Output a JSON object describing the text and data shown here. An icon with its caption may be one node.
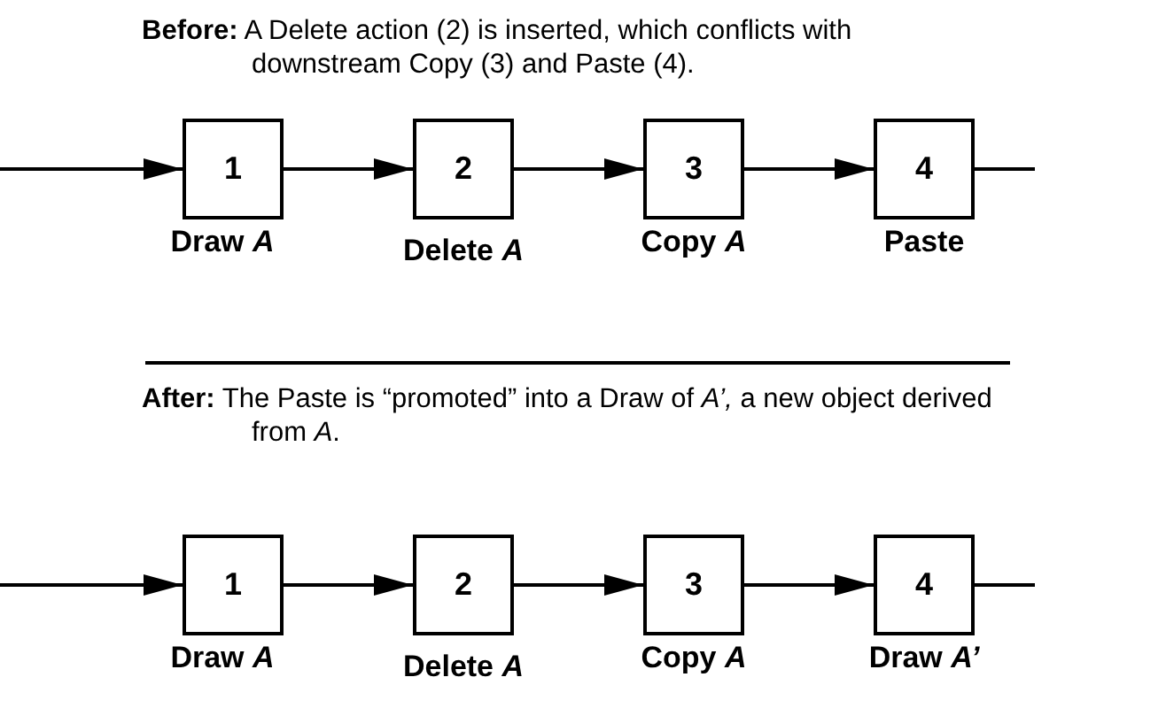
{
  "diagram": {
    "nodes": [
      {
        "text": [
          "1"
        ],
        "beside": [
          "Draw *A*"
        ]
      },
      {
        "text": [
          "2"
        ],
        "beside": [
          "Delete *A*"
        ]
      },
      {
        "text": [
          "3"
        ],
        "beside": [
          "Copy *A*"
        ]
      },
      {
        "text": [
          "4"
        ],
        "beside": [
          "Paste"
        ]
      },
      {
        "text": [
          "1"
        ],
        "beside": [
          "Draw *A*"
        ]
      },
      {
        "text": [
          "2"
        ],
        "beside": [
          "Delete *A*"
        ]
      },
      {
        "text": [
          "3"
        ],
        "beside": [
          "Copy *A*"
        ]
      },
      {
        "text": [
          "4"
        ],
        "beside": [
          "Draw *A’*"
        ]
      }
    ],
    "edges": [
      {
        "from": null,
        "to": 0,
        "arrow": "to"
      },
      {
        "from": 0,
        "to": 1,
        "arrow": "to"
      },
      {
        "from": 1,
        "to": 2,
        "arrow": "to"
      },
      {
        "from": 2,
        "to": 3,
        "arrow": "to"
      },
      {
        "from": 3,
        "to": null,
        "arrow": "none"
      },
      {
        "from": null,
        "to": 4,
        "arrow": "to"
      },
      {
        "from": 4,
        "to": 5,
        "arrow": "to"
      },
      {
        "from": 5,
        "to": 6,
        "arrow": "to"
      },
      {
        "from": 6,
        "to": 7,
        "arrow": "to"
      },
      {
        "from": 7,
        "to": null,
        "arrow": "none"
      }
    ],
    "labels": [
      "**Before:** A Delete action (2) is inserted, which conflicts with downstream Copy (3) and Paste (4).",
      "**After:** The Paste is “promoted” into a Draw of *A’,* a new object derived from *A*."
    ]
  }
}
